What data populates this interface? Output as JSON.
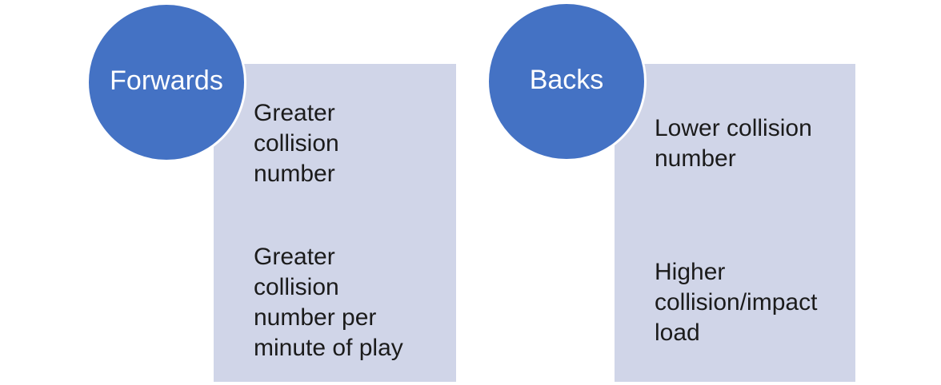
{
  "diagram": {
    "type": "two-category comparison list",
    "colors": {
      "background": "#ffffff",
      "circle_fill": "#4472C4",
      "circle_border": "#ffffff",
      "circle_text": "#ffffff",
      "panel_fill": "#D0D5E8",
      "body_text": "#1b1b1b"
    },
    "groups": [
      {
        "label": "Forwards",
        "items": [
          "Greater\ncollision\nnumber",
          "Greater\ncollision\nnumber per\nminute of play"
        ]
      },
      {
        "label": "Backs",
        "items": [
          "Lower collision\nnumber",
          "Higher\ncollision/impact\nload"
        ]
      }
    ]
  }
}
